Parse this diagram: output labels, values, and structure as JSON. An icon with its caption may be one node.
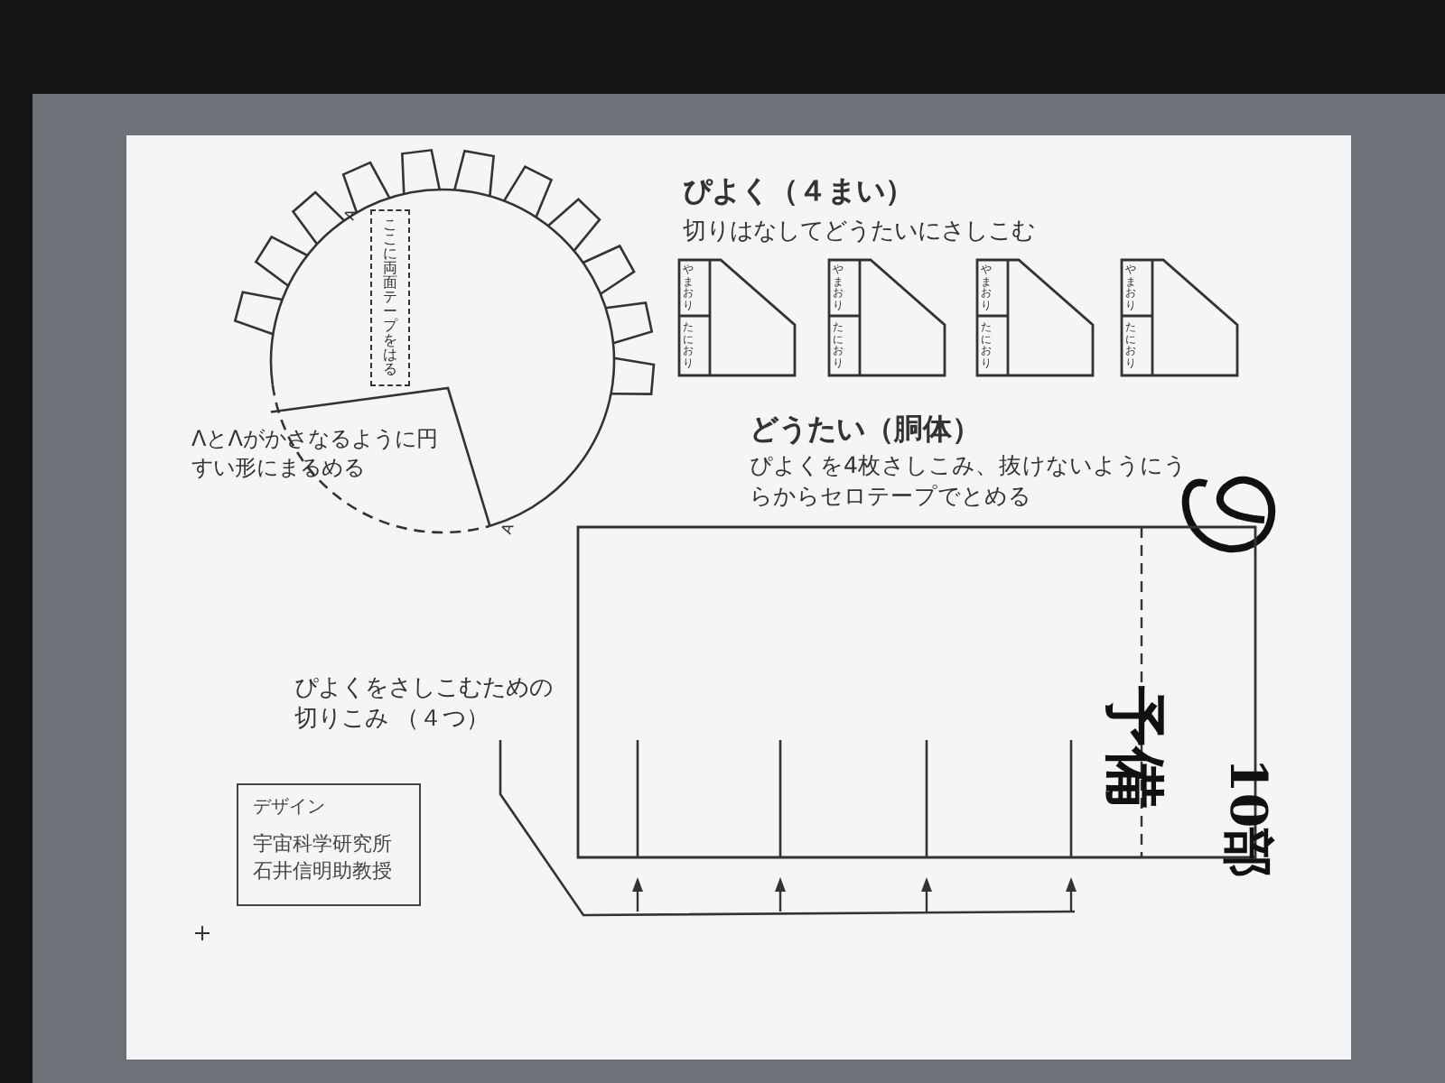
{
  "diagram": {
    "nodes": [
      {
        "text": [
          "ここに両面テープをはる"
        ]
      },
      {
        "text": [
          "やまおり",
          "たにおり"
        ]
      },
      {
        "text": [
          "やまおり",
          "たにおり"
        ]
      },
      {
        "text": [
          "やまおり",
          "たにおり"
        ]
      },
      {
        "text": [
          "やまおり",
          "たにおり"
        ]
      },
      {
        "text": [
          "どうたい（胴体）",
          "ぴよくを4枚さしこみ、抜けないようにうらからセロテープでとめる"
        ]
      },
      {
        "text": [
          "デザイン",
          "宇宙科学研究所石井信明助教授"
        ]
      }
    ],
    "labels": [
      "ぴよく（４まい）",
      "切りはなしてどうたいにさしこむ",
      "A",
      "ΛとΛがかさなるように円すい形にまるめる",
      "A",
      "ぴよくをさしこむための切りこみ （４つ）",
      "予備",
      "10部"
    ]
  }
}
